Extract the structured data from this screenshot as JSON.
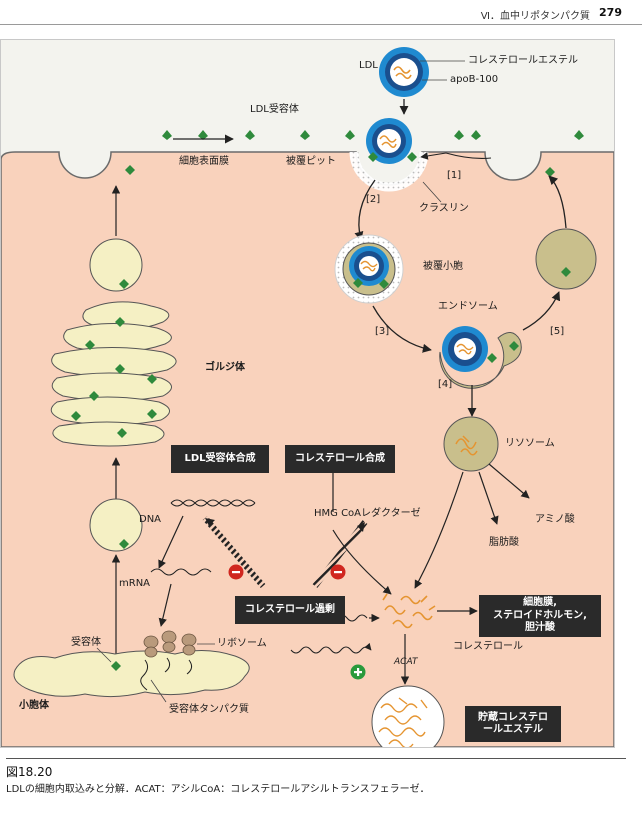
{
  "header": {
    "section": "Ⅵ．血中リポタンパク質",
    "page": "279"
  },
  "labels": {
    "ldl": "LDL",
    "cholesterol_ester": "コレステロールエステル",
    "apob": "apoB-100",
    "ldl_receptor": "LDL受容体",
    "cell_membrane": "細胞表面膜",
    "coated_pit": "被覆ピット",
    "clathrin": "クラスリン",
    "coated_vesicle": "被覆小胞",
    "endosome": "エンドソーム",
    "lysosome": "リソソーム",
    "golgi": "ゴルジ体",
    "er": "小胞体",
    "dna": "DNA",
    "mrna": "mRNA",
    "receptor": "受容体",
    "ribosome": "リボソーム",
    "receptor_protein": "受容体タンパク質",
    "hmg": "HMG CoAレダクターゼ",
    "amino_acid": "アミノ酸",
    "fatty_acid": "脂肪酸",
    "cholesterol": "コレステロール",
    "acat": "ACAT",
    "step1": "[1]",
    "step2": "[2]",
    "step3": "[3]",
    "step4": "[4]",
    "step5": "[5]"
  },
  "boxes": {
    "ldl_receptor_synthesis": "LDL受容体合成",
    "cholesterol_synthesis": "コレステロール合成",
    "cholesterol_excess": "コレステロール過剰",
    "membrane_line1": "細胞膜,",
    "membrane_line2": "ステロイドホルモン,",
    "membrane_line3": "胆汁酸",
    "storage_line1": "貯蔵コレステロ",
    "storage_line2": "ールエステル"
  },
  "caption": {
    "number": "図18.20",
    "text": "LDLの細胞内取込みと分解．ACAT：アシルCoA：コレステロールアシルトランスフェラーゼ．"
  },
  "colors": {
    "cell_fill": "#f9d2bc",
    "outside_fill": "#f3f3ee",
    "ldl_outer": "#1f8ad0",
    "ldl_core": "#1a4f8e",
    "ldl_inner": "#ffffff",
    "receptor_green": "#2f8a3c",
    "vesicle_fill": "#f5f0c4",
    "endosome_fill": "#c9bf8c",
    "lipid_orange": "#e59430",
    "box_dark": "#2a2a2a",
    "inhibit_red": "#d0261f",
    "activate_green": "#2a9a3c"
  }
}
